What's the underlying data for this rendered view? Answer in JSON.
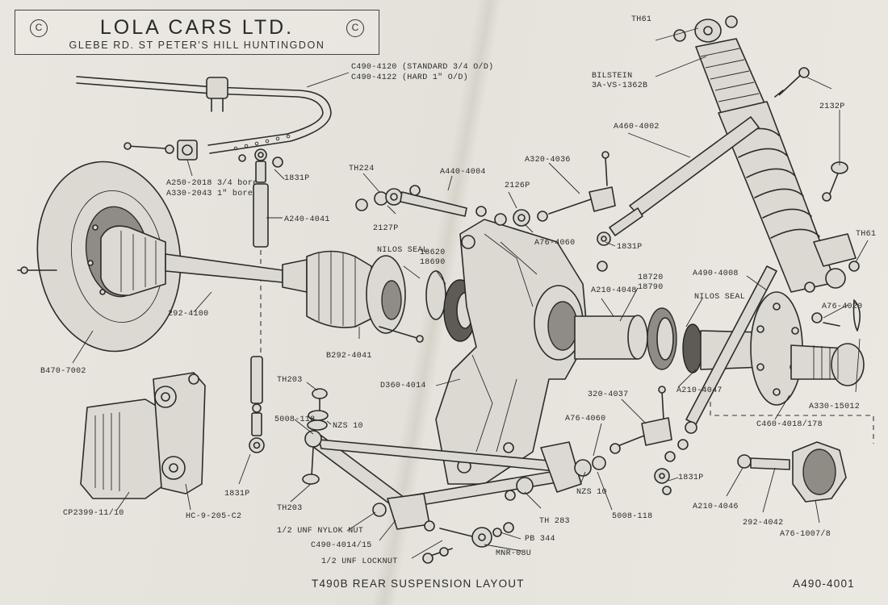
{
  "header": {
    "company_name": "LOLA CARS LTD.",
    "company_address": "GLEBE RD. ST PETER'S HILL HUNTINGDON",
    "copyright_mark": "C"
  },
  "footer": {
    "drawing_title": "T490B REAR SUSPENSION LAYOUT",
    "drawing_number": "A490-4001"
  },
  "parts": {
    "anti_roll_bar_standard": "C490-4120 (STANDARD 3/4 O/D)",
    "anti_roll_bar_hard": "C490-4122 (HARD 1\" O/D)",
    "pivot_block_a": "A250-2018 3/4 bore",
    "pivot_block_b": "A330-2043 1\" bore",
    "rod_end_top": "1831P",
    "drop_link": "A240-4041",
    "brake_disc": "B470-7002",
    "drive_shaft": "292-4100",
    "cv_joint": "B292-4041",
    "nilos_seal_inner": "NILOS SEAL",
    "bearing_inner_a": "18620",
    "bearing_inner_b": "18690",
    "toe_link_bolt": "TH224",
    "toe_link": "A440-4004",
    "toe_link_rod_end": "2127P",
    "rod_end_2126": "2126P",
    "bracket_4036": "A320-4036",
    "spacer_4060_top": "A76-4060",
    "radius_rod": "A460-4002",
    "rod_end_mid": "1831P",
    "damper_bolt_top": "TH61",
    "damper": "BILSTEIN",
    "damper_code": "3A-VS-1362B",
    "pin_2132": "2132P",
    "damper_bolt_lower": "TH61",
    "spacer_4020": "A76-4020",
    "radius_rod_lower": "A490-4008",
    "bearing_outer_a": "18720",
    "bearing_outer_b": "18790",
    "nilos_seal_outer": "NILOS SEAL",
    "hub_spacer": "A210-4048",
    "hub_spacer_b": "A210-4047",
    "hub_nut_ring": "A330-15012",
    "hub": "C460-4018/178",
    "upright": "D360-4014",
    "bolt_203_top": "TH203",
    "washer_5008_left": "5008-118",
    "nut_nzs_left": "NZS 10",
    "bolt_203_low": "TH203",
    "rod_end_low_left": "1831P",
    "caliper": "CP2399-11/10",
    "caliper_mount": "HC-9-205-C2",
    "nylok_nut": "1/2 UNF NYLOK NUT",
    "wishbone": "C490-4014/15",
    "locknut": "1/2 UNF LOCKNUT",
    "bracket_4037": "320-4037",
    "spacer_4060_low": "A76-4060",
    "rod_end_low_right": "1831P",
    "nut_nzs_right": "NZS 10",
    "washer_5008_right": "5008-118",
    "bolt_283": "TH 283",
    "pin_344": "PB 344",
    "rod_end_mnr": "MNR-08U",
    "drive_peg": "A210-4046",
    "stub_4042": "292-4042",
    "hub_nut": "A76-1007/8"
  }
}
